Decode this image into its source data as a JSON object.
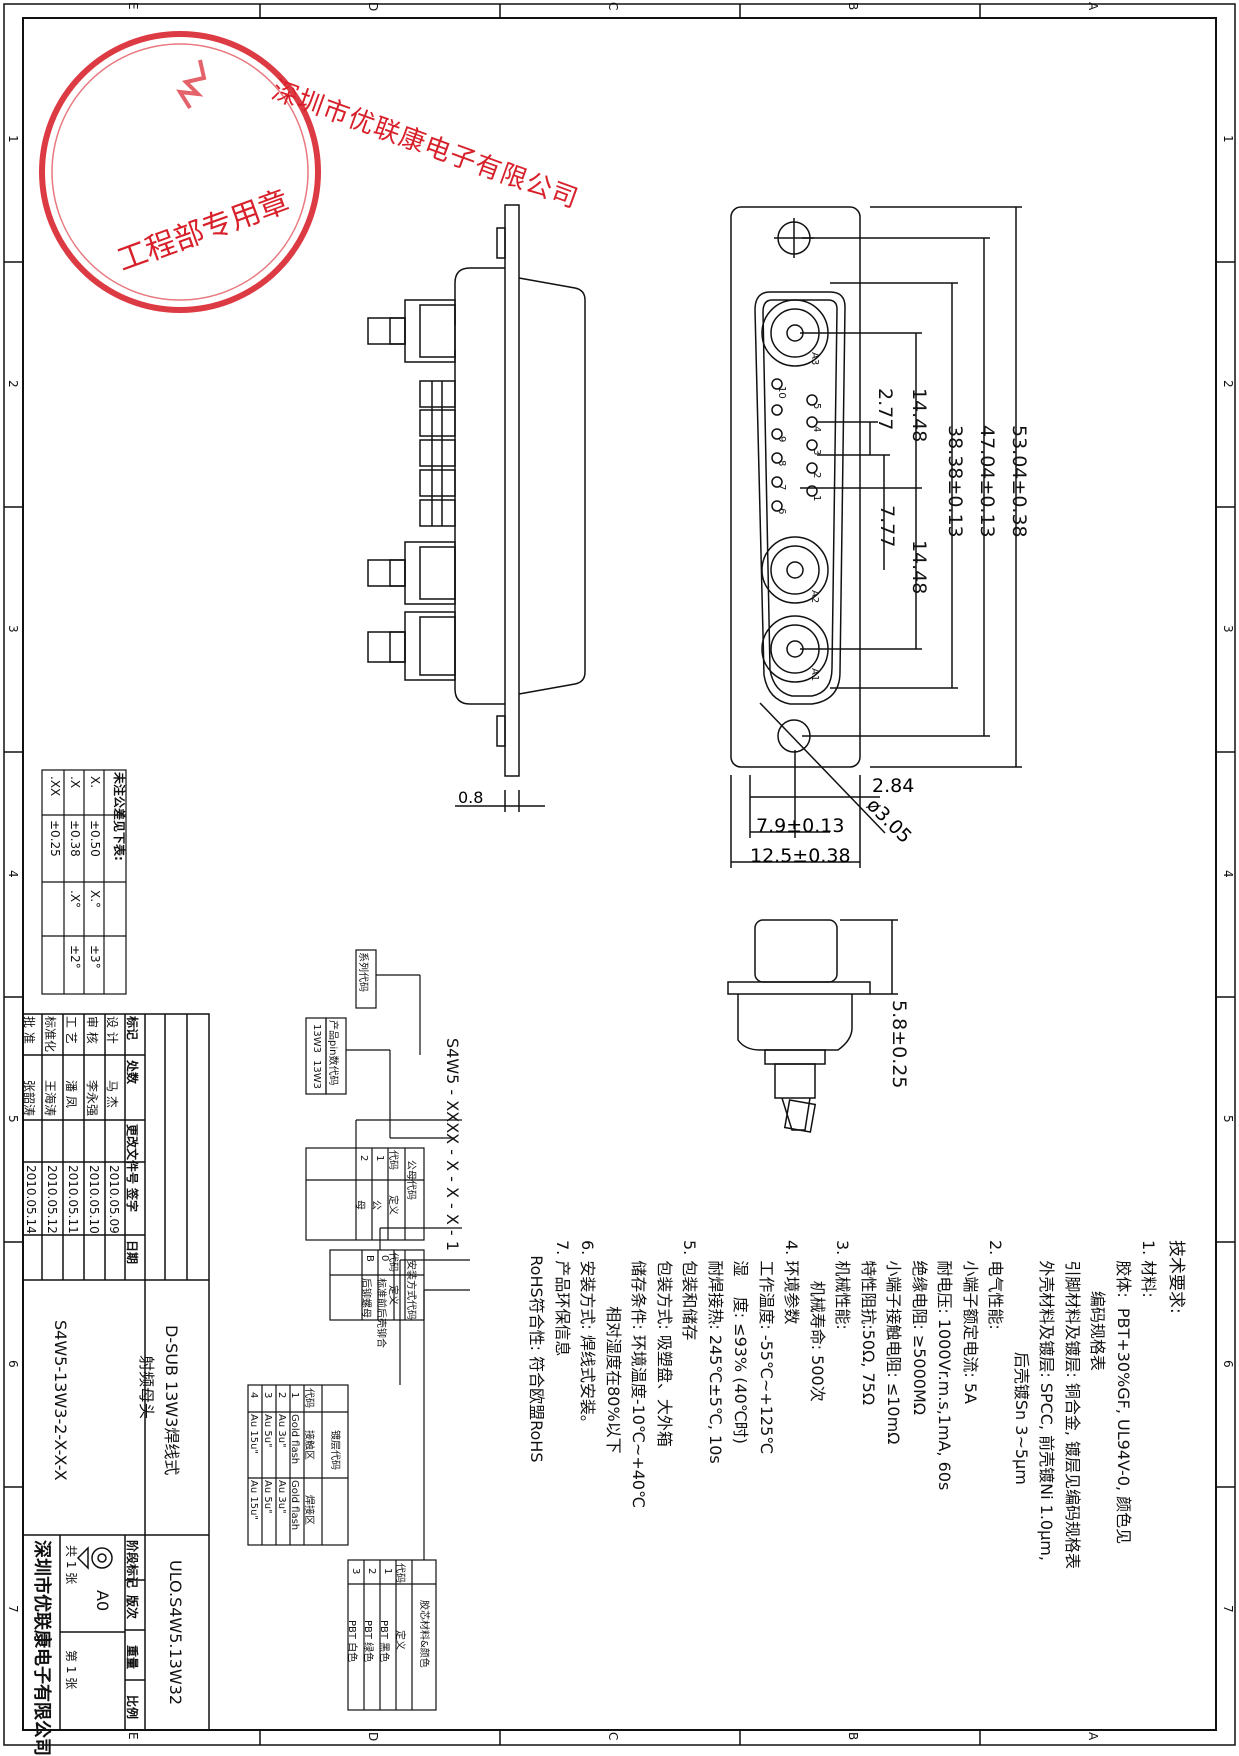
{
  "border": {
    "zones_letters": [
      "E",
      "D",
      "C",
      "B",
      "A"
    ],
    "zones_numbers": [
      "1",
      "2",
      "3",
      "4",
      "5",
      "6",
      "7"
    ]
  },
  "stamp": {
    "company": "深圳市优联康电子有限公司",
    "department": "工程部专用章",
    "color": "#d8202a"
  },
  "dimensions": {
    "d_53": "53.04±0.38",
    "d_47": "47.04±0.13",
    "d_38": "38.38±0.13",
    "d_1448a": "14.48",
    "d_1448b": "14.48",
    "d_277": "2.77",
    "d_777": "7.77",
    "d_284": "2.84",
    "d_305": "ø3.05",
    "d_79": "7.9±0.13",
    "d_125": "12.5±0.38",
    "d_08": "0.8",
    "d_58": "5.8±0.25"
  },
  "pin_labels": [
    "A3",
    "A2",
    "A1",
    "1",
    "2",
    "3",
    "4",
    "5",
    "6",
    "7",
    "8",
    "9",
    "10"
  ],
  "tolerance_table": {
    "title": "未注公差见下表:",
    "rows": [
      [
        "X.",
        "±0.50",
        "X.°",
        "±3°"
      ],
      [
        ".X",
        "±0.38",
        ".X°",
        "±2°"
      ],
      [
        ".XX",
        "±0.25",
        "",
        ""
      ]
    ]
  },
  "tech_requirements": {
    "title": "技术要求:",
    "lines": [
      "1. 材料:",
      "    胶体:  PBT+30%GF, UL94V-0, 颜色见",
      "          编码规格表",
      "    引脚材料及镀层: 铜合金, 镀层见编码规格表",
      "    外壳材料及镀层: SPCC, 前壳镀Ni 1.0μm,",
      "                      后壳镀Sn 3~5μm",
      "2. 电气性能:",
      "    小端子额定电流: 5A",
      "    耐电压: 1000Vr.m.s,1mA, 60s",
      "    绝缘电阻: ≥5000MΩ",
      "    小端子接触电阻: ≤10mΩ",
      "    特性阻抗:50Ω, 75Ω",
      "3. 机械性能:",
      "        机械寿命: 500次",
      "4. 环境参数",
      "    工作温度: -55℃~+125℃",
      "    湿    度: ≤93% (40℃时)",
      "    耐焊接热: 245℃±5℃, 10s",
      "5. 包装和储存",
      "    包装方式: 吸塑盘、大外箱",
      "    储存条件: 环境温度-10℃~+40℃",
      "             相对湿度在80%以下",
      "6. 安装方式: 焊线式安装。",
      "7. 产品环保信息",
      "   RoHS符合性: 符合欧盟RoHS"
    ]
  },
  "part_code": {
    "code": "S4W5 - XXXX - X - X - X - 1",
    "series": "系列代码",
    "pin_count": {
      "title": "产品pin数代码",
      "values": [
        "13W3",
        "13W3"
      ]
    },
    "gender": {
      "title": "公母代码",
      "head": [
        "代码",
        "定义"
      ],
      "rows": [
        [
          "1",
          "公"
        ],
        [
          "2",
          "母"
        ]
      ]
    },
    "mount": {
      "title": "安装方式代码",
      "head": [
        "代码",
        "定义"
      ],
      "rows": [
        [
          "0",
          "标准前后壳铆合"
        ],
        [
          "B",
          "后铆螺母"
        ]
      ]
    },
    "plating": {
      "title": "镀层代码",
      "head": [
        "代码",
        "接触区",
        "焊接区"
      ],
      "rows": [
        [
          "1",
          "Gold flash",
          "Gold flash"
        ],
        [
          "2",
          "Au 3u\"",
          "Au 3u\""
        ],
        [
          "3",
          "Au 5u\"",
          "Au 5u\""
        ],
        [
          "4",
          "Au 15u\"",
          "Au 15u\""
        ]
      ]
    },
    "insulator": {
      "title": "胶芯材料&颜色",
      "head": [
        "代码",
        "定义"
      ],
      "rows": [
        [
          "1",
          "PBT 黑色"
        ],
        [
          "2",
          "PBT 绿色"
        ],
        [
          "3",
          "PBT 白色"
        ]
      ]
    }
  },
  "title_block": {
    "headers": [
      "标记",
      "处数",
      "更改文件号",
      "签字",
      "日期"
    ],
    "roles": [
      {
        "role": "设 计",
        "name": "马 杰",
        "date": "2010.05.09"
      },
      {
        "role": "审 核",
        "name": "李永强",
        "date": "2010.05.10"
      },
      {
        "role": "工 艺",
        "name": "潘 凤",
        "date": "2010.05.11"
      },
      {
        "role": "标准化",
        "name": "王海涛",
        "date": "2010.05.12"
      },
      {
        "role": "批 准",
        "name": "张韶涛",
        "date": "2010.05.14"
      }
    ],
    "product_name_1": "D-SUB 13W3焊线式",
    "product_name_2": "射频母头",
    "part_number": "S4W5-13W3-2-X-X-X",
    "drawing_no": "ULO.S4W5.13W32",
    "stage_label": "阶段标记",
    "scale_label": "比例",
    "weight_label": "重量",
    "version_label": "版次",
    "size": "A0",
    "sheets_total": "共 1 张",
    "sheet_no": "第 1 张",
    "company": "深圳市优联康电子有限公司"
  }
}
